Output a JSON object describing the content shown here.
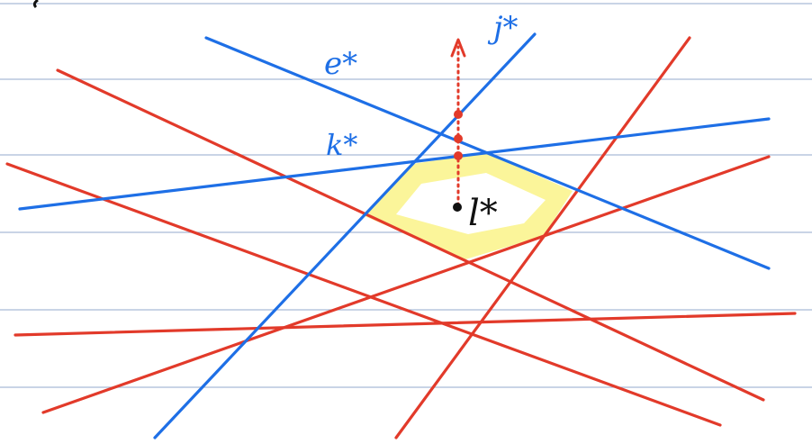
{
  "colors": {
    "ruled_line": "#a9bbd6",
    "red_line": "#e23a2a",
    "blue_line": "#1e6fe6",
    "highlight": "#fbf59a",
    "cell_fill": "#ffffff",
    "ink": "#111111"
  },
  "labels": {
    "e_star": "e*",
    "j_star": "j*",
    "k_star": "k*",
    "l_star": "l*"
  }
}
